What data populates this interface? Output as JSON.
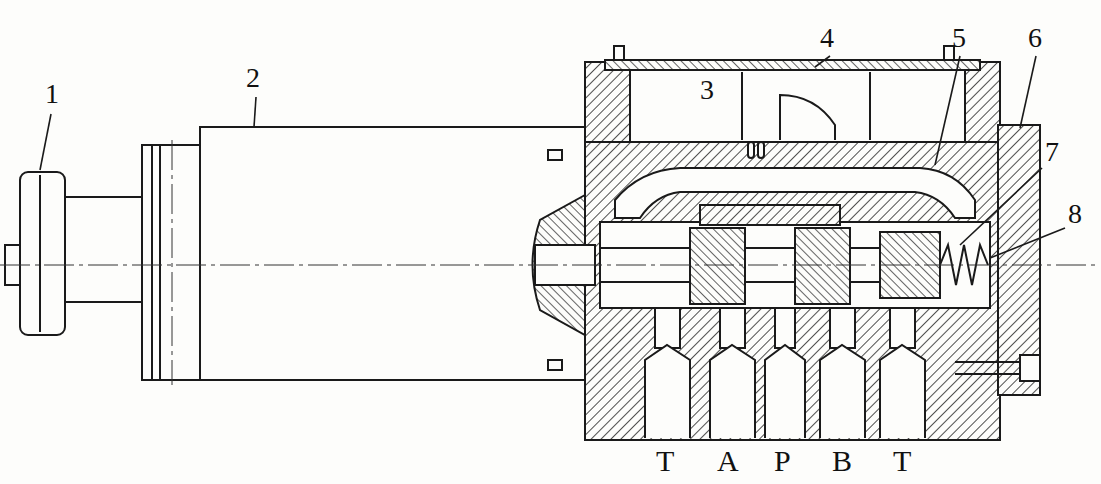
{
  "diagram": {
    "labels": [
      "1",
      "2",
      "3",
      "4",
      "5",
      "6",
      "7",
      "8",
      "T",
      "A",
      "P",
      "B",
      "T"
    ]
  }
}
